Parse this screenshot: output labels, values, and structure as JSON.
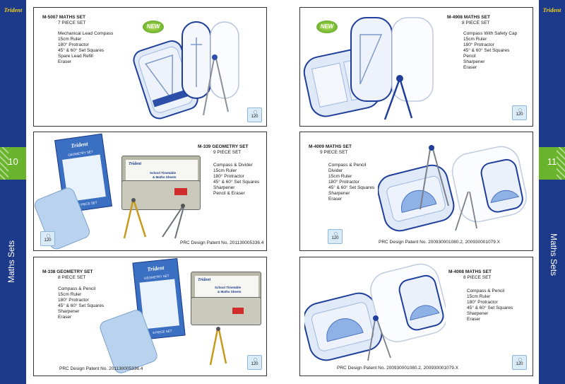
{
  "brand": "Trident",
  "left_page": {
    "number": "10",
    "section": "Maths Sets"
  },
  "right_page": {
    "number": "11",
    "section": "Maths Sets"
  },
  "badge_new": "NEW",
  "products": [
    {
      "id": "p1",
      "code": "M-5007  MATHS SET",
      "pieces": "7 PIECE SET",
      "items": [
        "Mechanical Lead Compass",
        "15cm Ruler",
        "180° Protractor",
        "45° & 60° Set Squares",
        "Spare Lead Refill",
        "Eraser"
      ],
      "patent": "",
      "tag": "120"
    },
    {
      "id": "p2",
      "code": "M-4908  MATHS SET",
      "pieces": "8 PIECE SET",
      "items": [
        "Compass With Safety Cap",
        "15cm Ruler",
        "180° Protractor",
        "45° & 60° Set Squares",
        "Pencil",
        "Sharpener",
        "Eraser"
      ],
      "patent": "",
      "tag": "120"
    },
    {
      "id": "p3",
      "code": "M-339  GEOMETRY SET",
      "pieces": "9 PIECE SET",
      "items": [
        "Compass & Divider",
        "15cm Ruler",
        "180° Protractor",
        "45° & 60° Set Squares",
        "Sharpener",
        "Pencil & Eraser"
      ],
      "patent": "PRC Design Patent No. 201130005336.4",
      "tag": "120"
    },
    {
      "id": "p4",
      "code": "M-4009  MATHS SET",
      "pieces": "9 PIECE SET",
      "items": [
        "Compass & Pencil",
        "Divider",
        "15cm Ruler",
        "180° Protractor",
        "45° & 60° Set Squares",
        "Sharpener",
        "Eraser"
      ],
      "patent": "PRC Design Patent No. 200930001080.2, 200930001079.X",
      "tag": "120"
    },
    {
      "id": "p5",
      "code": "M-338  GEOMETRY SET",
      "pieces": "8 PIECE SET",
      "items": [
        "Compass & Pencil",
        "15cm Ruler",
        "180° Protractor",
        "45° & 60° Set Squares",
        "Sharpener",
        "Eraser"
      ],
      "patent": "PRC Design Patent No. 201130005336.4",
      "tag": "120"
    },
    {
      "id": "p6",
      "code": "M-4008  MATHS SET",
      "pieces": "8 PIECE SET",
      "items": [
        "Compass & Pencil",
        "15cm Ruler",
        "180° Protractor",
        "45° & 60° Set Squares",
        "Sharpener",
        "Eraser"
      ],
      "patent": "PRC Design Patent No. 200930001080.2, 200930001079.X",
      "tag": "120"
    }
  ],
  "packaging": {
    "box_brand": "Trident",
    "box_title": "GEOMETRY SET",
    "box_pieces_9": "9 PIECE SET",
    "box_pieces_8": "8 PIECE SET",
    "tin_brand": "Trident",
    "tin_label_1": "School Timetable",
    "tin_label_2": "& Maths Sheets"
  }
}
